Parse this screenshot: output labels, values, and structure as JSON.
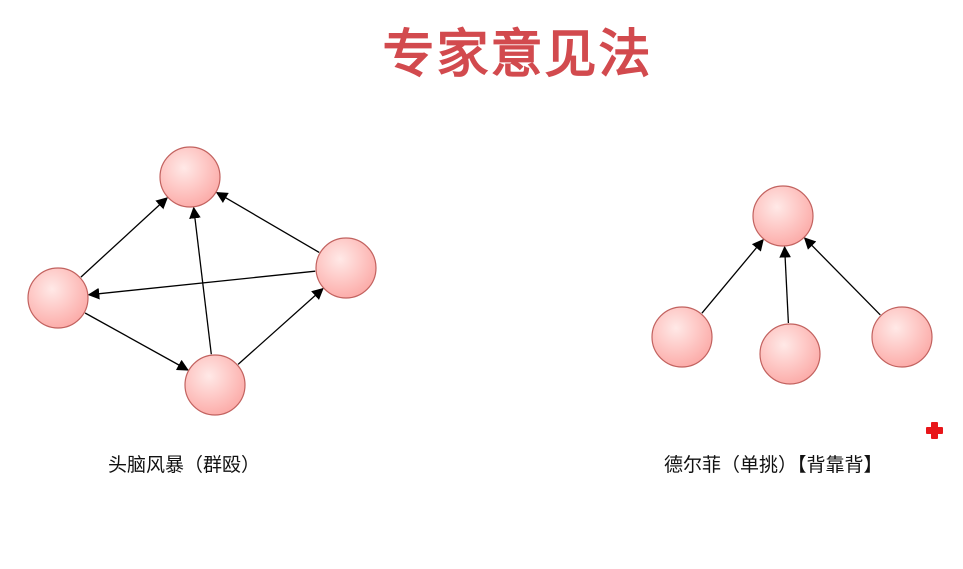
{
  "title": "专家意见法",
  "colors": {
    "title": "#d24a4e",
    "node_fill_light": "#ffe9e7",
    "node_fill_dark": "#fca9a6",
    "node_stroke": "#c2625f",
    "edge": "#000000",
    "marker": "#e8161a"
  },
  "diagrams": [
    {
      "id": "brainstorm",
      "caption": "头脑风暴（群殴）",
      "node_count": 4,
      "edges": [
        {
          "from": "left",
          "to": "top"
        },
        {
          "from": "left",
          "to": "bottom"
        },
        {
          "from": "right",
          "to": "left"
        },
        {
          "from": "right",
          "to": "top"
        },
        {
          "from": "bottom",
          "to": "top"
        },
        {
          "from": "bottom",
          "to": "right"
        }
      ]
    },
    {
      "id": "delphi",
      "caption": "德尔菲（单挑）【背靠背】",
      "node_count": 4,
      "edges": [
        {
          "from": "left",
          "to": "top"
        },
        {
          "from": "middle",
          "to": "top"
        },
        {
          "from": "right",
          "to": "top"
        }
      ]
    }
  ],
  "marker_icon": "red-plus-icon"
}
